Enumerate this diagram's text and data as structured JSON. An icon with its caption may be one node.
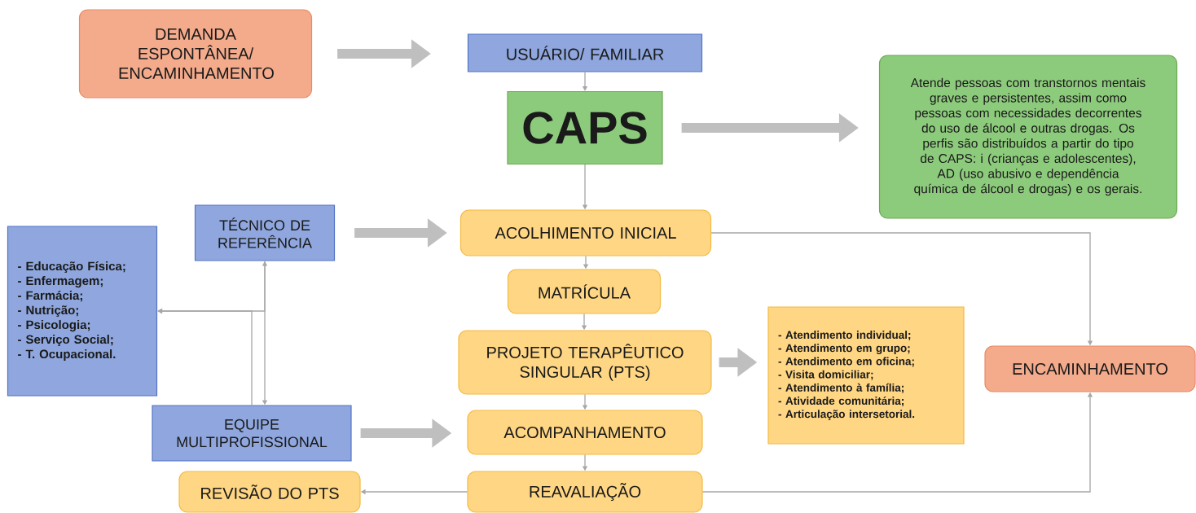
{
  "diagram": {
    "nodes": [
      {
        "text": [
          "DEMANDA ESPONTÂNEA/ ENCAMINHAMENTO"
        ]
      },
      {
        "text": [
          "USUÁRIO/ FAMILIAR"
        ]
      },
      {
        "text": [
          "CAPS"
        ]
      },
      {
        "text": [
          "Atende pessoas com transtornos mentais graves e persistentes, assim como pessoas com necessidades decorrentes do uso de álcool e outras drogas. Os perfis são distribuídos a partir do tipo de CAPS: i (crianças e adolescentes), AD (uso abusivo e dependência química de álcool e drogas) e os gerais."
        ]
      },
      {
        "text": [
          "TÉCNICO DE REFERÊNCIA"
        ]
      },
      {
        "text": [
          "- Educação Física;",
          "- Enfermagem;",
          "- Farmácia;",
          "- Nutrição;",
          "- Psicologia;",
          "- Serviço Social;",
          "- T. Ocupacional."
        ]
      },
      {
        "text": [
          "ACOLHIMENTO INICIAL"
        ]
      },
      {
        "text": [
          "MATRÍCULA"
        ]
      },
      {
        "text": [
          "PROJETO TERAPÊUTICO SINGULAR (PTS)"
        ]
      },
      {
        "text": [
          "- Atendimento individual;",
          "- Atendimento em grupo;",
          "- Atendimento em oficina;",
          "- Visita domiciliar;",
          "- Atendimento à família;",
          "- Atividade comunitária;",
          "- Articulação intersetorial."
        ]
      },
      {
        "text": [
          "ENCAMINHAMENTO"
        ]
      },
      {
        "text": [
          "EQUIPE MULTIPROFISSIONAL"
        ]
      },
      {
        "text": [
          "ACOMPANHAMENTO"
        ]
      },
      {
        "text": [
          "REVISÃO DO PTS"
        ]
      },
      {
        "text": [
          "REAVALIAÇÃO"
        ]
      }
    ],
    "edges": [
      {
        "from": 0,
        "to": 1,
        "arrow": "to",
        "style": "thick"
      },
      {
        "from": 1,
        "to": 2,
        "arrow": "to"
      },
      {
        "from": 2,
        "to": 3,
        "arrow": "to",
        "style": "thick"
      },
      {
        "from": 2,
        "to": 6,
        "arrow": "to"
      },
      {
        "from": 4,
        "to": 6,
        "arrow": "to",
        "style": "thick"
      },
      {
        "from": 4,
        "to": 11,
        "arrow": "both"
      },
      {
        "from": 4,
        "to": 5,
        "arrow": "to"
      },
      {
        "from": 11,
        "to": 5,
        "arrow": "to"
      },
      {
        "from": 6,
        "to": 7,
        "arrow": "to"
      },
      {
        "from": 7,
        "to": 8,
        "arrow": "to"
      },
      {
        "from": 8,
        "to": 9,
        "arrow": "to",
        "style": "thick"
      },
      {
        "from": 6,
        "to": 10,
        "arrow": "to"
      },
      {
        "from": 8,
        "to": 12,
        "arrow": "to"
      },
      {
        "from": 11,
        "to": 12,
        "arrow": "to",
        "style": "thick"
      },
      {
        "from": 12,
        "to": 14,
        "arrow": "to"
      },
      {
        "from": 14,
        "to": 13,
        "arrow": "to"
      },
      {
        "from": 14,
        "to": 10,
        "arrow": "to"
      }
    ]
  }
}
